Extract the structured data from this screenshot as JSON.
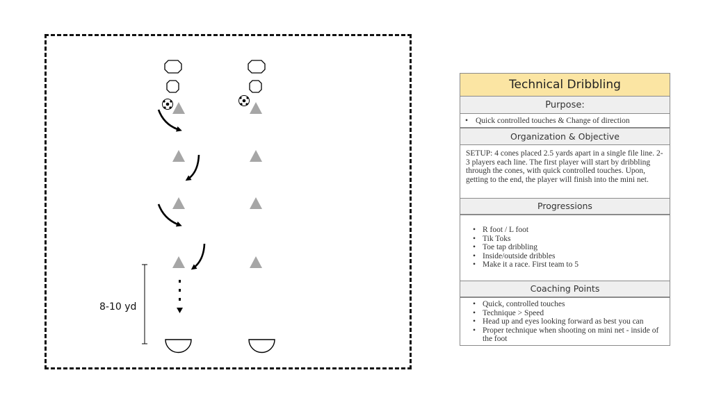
{
  "diagram": {
    "distance_label": "8-10 yd"
  },
  "panel": {
    "title": "Technical Dribbling",
    "purpose_header": "Purpose:",
    "purpose_items": [
      "Quick controlled touches & Change of direction"
    ],
    "org_header": "Organization & Objective",
    "setup_text": "SETUP:  4 cones placed 2.5 yards apart in a single file line. 2-3 players each line. The first player will start by dribbling through the cones, with quick controlled touches. Upon, getting to the end, the player will finish into the mini net.",
    "progressions_header": "Progressions",
    "progressions": [
      "R foot / L foot",
      "Tik Toks",
      "Toe tap dribbling",
      "Inside/outside dribbles",
      "Make it a race. First team to 5"
    ],
    "coaching_header": "Coaching Points",
    "coaching_points": [
      "Quick, controlled touches",
      "Technique > Speed",
      "Head up and eyes looking forward as best you can",
      "Proper technique when shooting on mini net - inside of the foot"
    ]
  },
  "colors": {
    "title_bg": "#fbe5a3",
    "header_bg": "#efefef",
    "cone": "#a6a6a6"
  }
}
